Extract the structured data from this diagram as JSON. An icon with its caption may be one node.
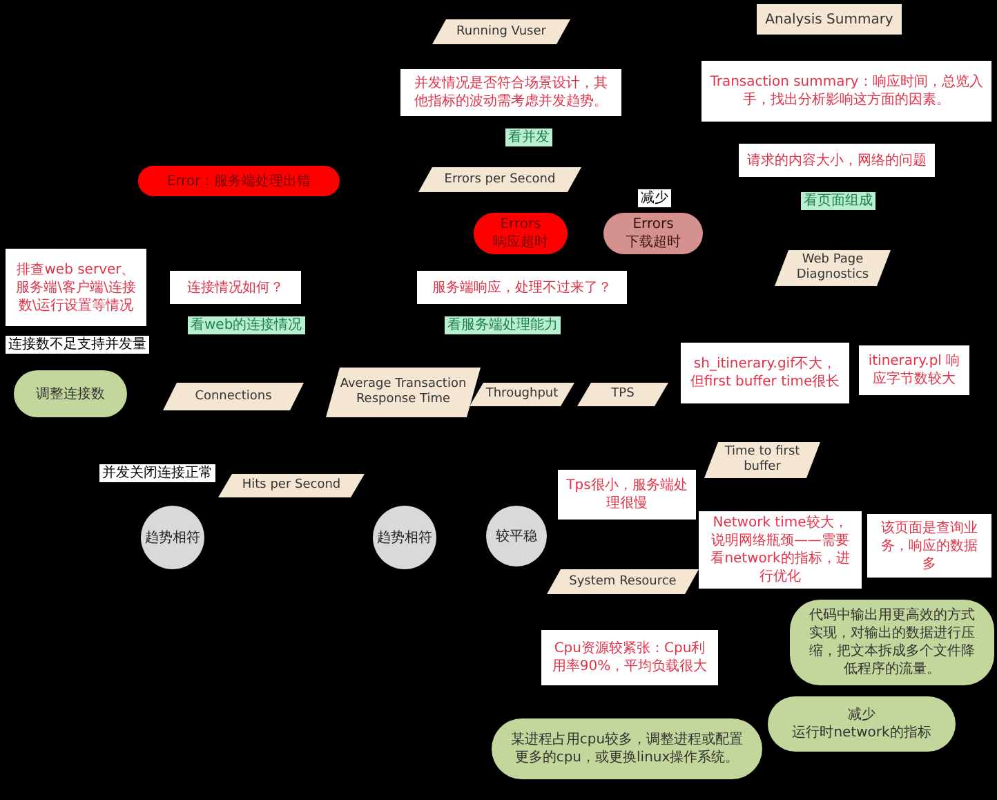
{
  "diagram": {
    "nodes": [
      {
        "text": [
          "Analysis Summary"
        ]
      },
      {
        "text": [
          "Running Vuser"
        ]
      },
      {
        "text": [
          "并发情况是否符合场景设计，其他指标的波动需考虑并发趋势。"
        ]
      },
      {
        "text": [
          "Transaction summary：响应时间，总览入手，找出分析影响这方面的因素。"
        ]
      },
      {
        "text": [
          "Error：服务端处理出错"
        ]
      },
      {
        "text": [
          "Errors per Second"
        ]
      },
      {
        "text": [
          "请求的内容大小，网络的问题"
        ]
      },
      {
        "text": [
          "Errors",
          "响应超时"
        ]
      },
      {
        "text": [
          "Errors",
          "下载超时"
        ]
      },
      {
        "text": [
          "Web Page Diagnostics"
        ]
      },
      {
        "text": [
          "排查web server、服务端\\客户端\\连接数\\运行设置等情况"
        ]
      },
      {
        "text": [
          "连接情况如何？"
        ]
      },
      {
        "text": [
          "服务端响应，处理不过来了？"
        ]
      },
      {
        "text": [
          "sh_itinerary.gif不大，但first buffer time很长"
        ]
      },
      {
        "text": [
          "itinerary.pl 响应字节数较大"
        ]
      },
      {
        "text": [
          "Average Transaction Response Time"
        ]
      },
      {
        "text": [
          "调整连接数"
        ]
      },
      {
        "text": [
          "Connections"
        ]
      },
      {
        "text": [
          "Throughput"
        ]
      },
      {
        "text": [
          "TPS"
        ]
      },
      {
        "text": [
          "Time to first buffer"
        ]
      },
      {
        "text": [
          "Hits per Second"
        ]
      },
      {
        "text": [
          "Tps很小，服务端处理很慢"
        ]
      },
      {
        "text": [
          "趋势相符"
        ]
      },
      {
        "text": [
          "趋势相符"
        ]
      },
      {
        "text": [
          "较平稳"
        ]
      },
      {
        "text": [
          "Network time较大，说明网络瓶颈——需要看network的指标，进行优化"
        ]
      },
      {
        "text": [
          "该页面是查询业务，响应的数据多"
        ]
      },
      {
        "text": [
          "System Resource"
        ]
      },
      {
        "text": [
          "代码中输出用更高效的方式实现，对输出的数据进行压缩，把文本拆成多个文件降低程序的流量。"
        ]
      },
      {
        "text": [
          "Cpu资源较紧张：Cpu利用率90%，平均负载很大"
        ]
      },
      {
        "text": [
          "减少",
          "运行时network的指标"
        ]
      },
      {
        "text": [
          "某进程占用cpu较多，调整进程或配置更多的cpu，或更换linux操作系统。"
        ]
      }
    ],
    "labels": [
      "看并发",
      "减少",
      "看页面组成",
      "看web的连接情况",
      "看服务端处理能力",
      "连接数不足支持并发量",
      "并发关闭连接正常"
    ]
  }
}
